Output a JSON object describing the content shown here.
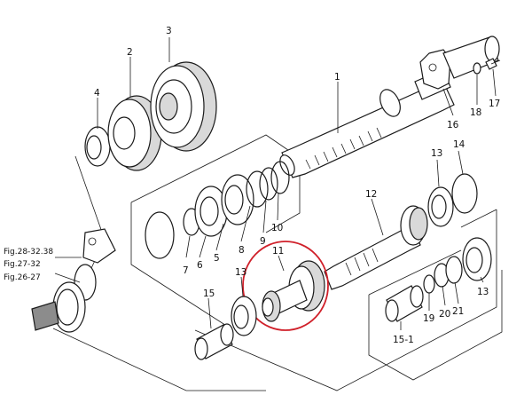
{
  "parts": {
    "p1": "1",
    "p2": "2",
    "p3": "3",
    "p4": "4",
    "p5": "5",
    "p6": "6",
    "p7": "7",
    "p8": "8",
    "p9": "9",
    "p10": "10",
    "p11": "11",
    "p12": "12",
    "p13a": "13",
    "p13b": "13",
    "p13c": "13",
    "p14": "14",
    "p15": "15",
    "p15_1": "15-1",
    "p16": "16",
    "p17": "17",
    "p18": "18",
    "p19": "19",
    "p20": "20",
    "p21": "21"
  },
  "fig_refs": {
    "r1": "Fig.28-32.38",
    "r2": "Fig.27-32",
    "r3": "Fig.26-27"
  },
  "colors": {
    "ink": "#1a1a1a",
    "highlight": "#d0202a",
    "paper": "#ffffff"
  }
}
